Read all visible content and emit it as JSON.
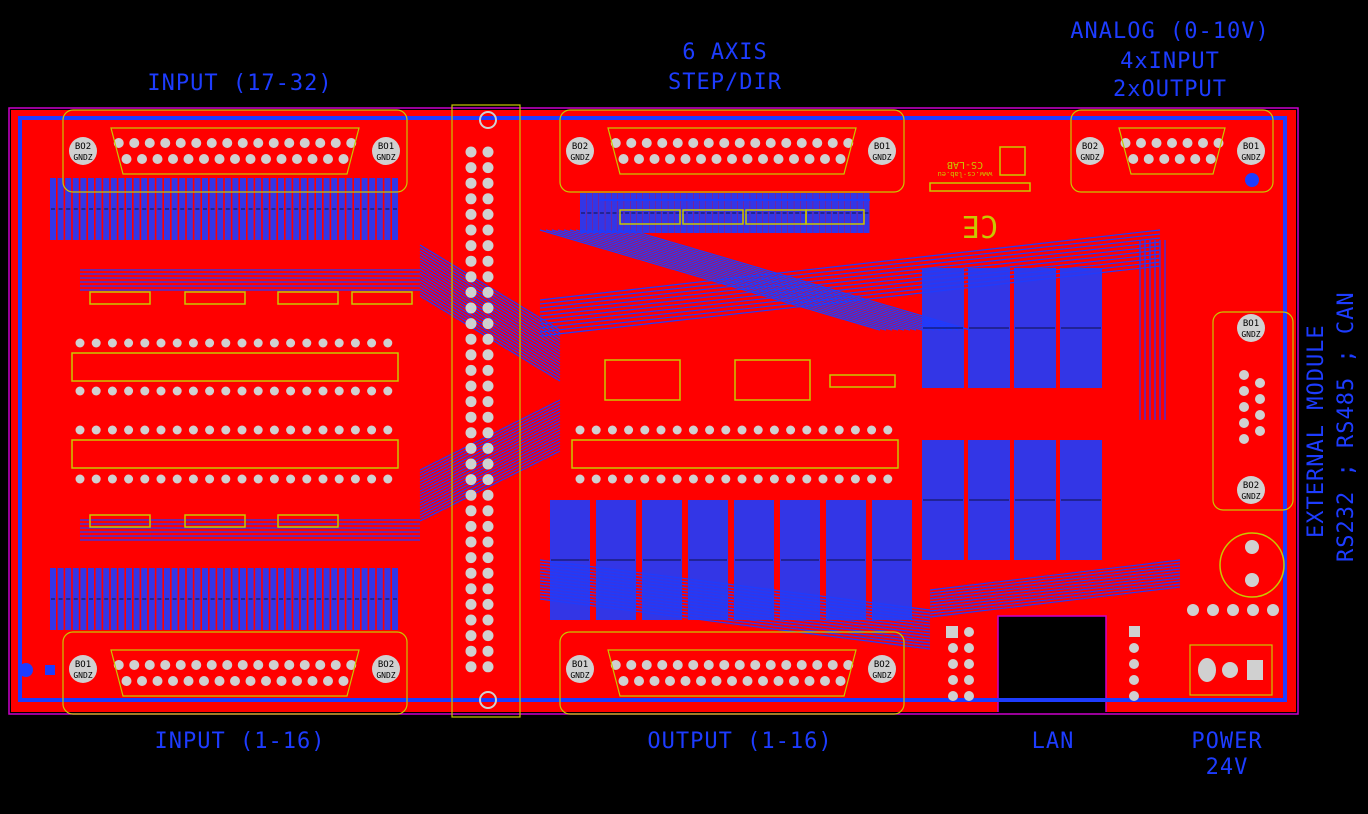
{
  "board": {
    "labels": {
      "input_17_32": "INPUT (17-32)",
      "axis_line1": "6 AXIS",
      "axis_line2": "STEP/DIR",
      "analog_line1": "ANALOG (0-10V)",
      "analog_line2": "4xINPUT",
      "analog_line3": "2xOUTPUT",
      "input_1_16": "INPUT (1-16)",
      "output_1_16": "OUTPUT (1-16)",
      "lan": "LAN",
      "power_line1": "POWER",
      "power_line2": "24V",
      "ext_line1": "EXTERNAL MODULE",
      "ext_line2": "RS232 ; RS485 ; CAN"
    },
    "pad_labels": {
      "bo1": "BO1",
      "bo2": "BO2",
      "gnd": "GNDZ"
    },
    "silkscreen": {
      "logo": "CS-LAB",
      "url": "www.cs-lab.eu",
      "ce_mark": "CE"
    },
    "colors": {
      "background": "#000000",
      "copper_top": "#ff0000",
      "copper_bottom": "#1d3cff",
      "silkscreen": "#c8c800",
      "outline": "#cc00cc",
      "pad": "#d0d0d0",
      "label": "#1d3cff"
    }
  }
}
